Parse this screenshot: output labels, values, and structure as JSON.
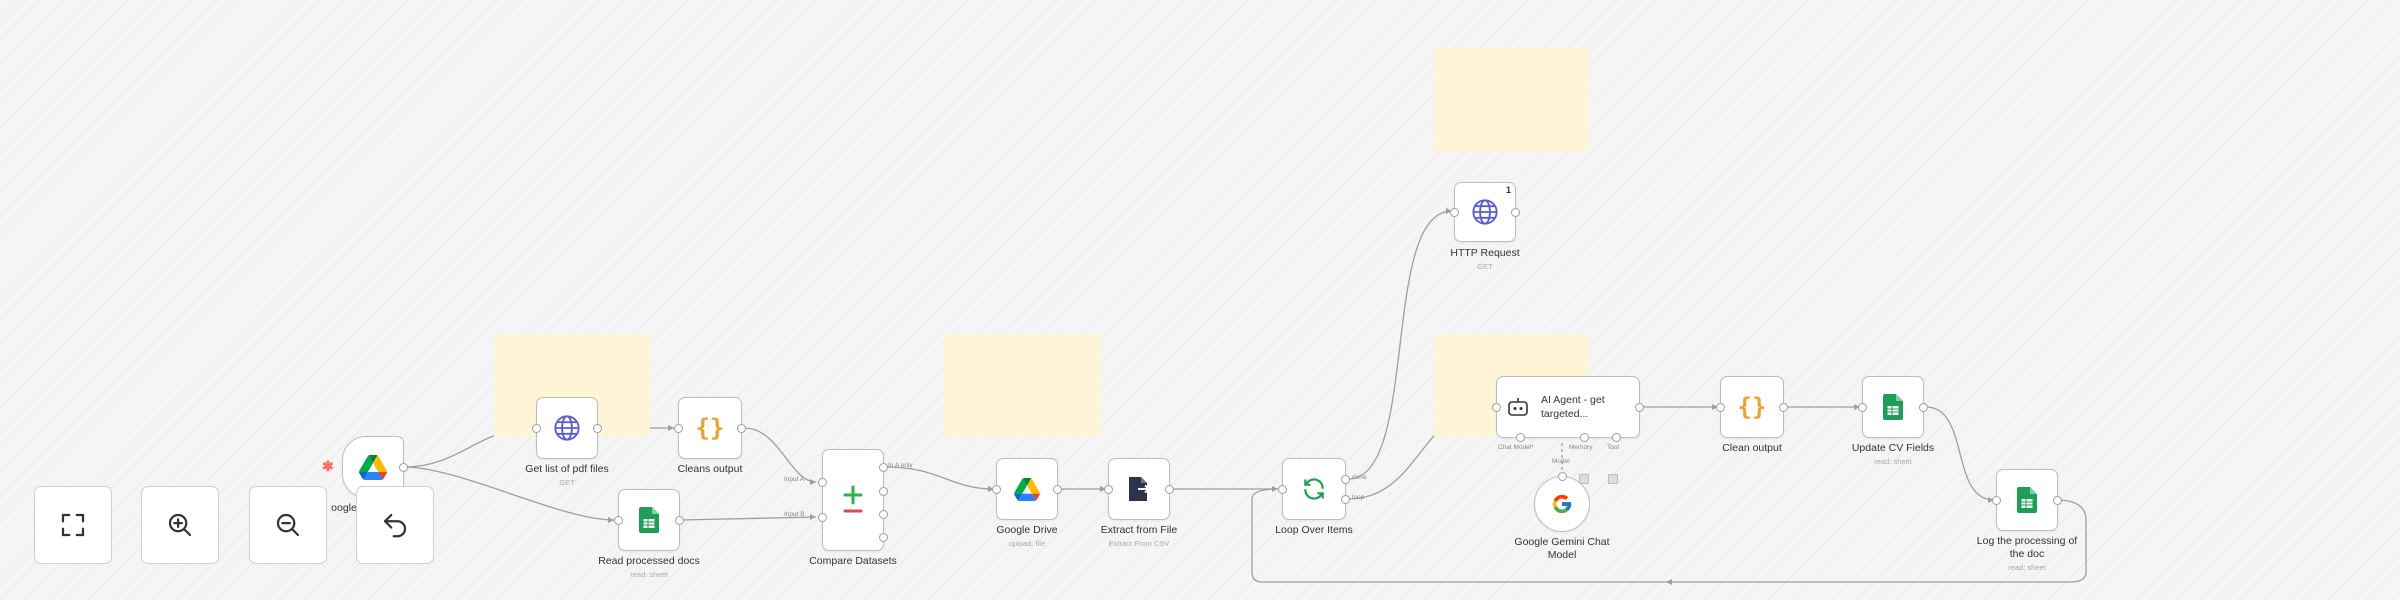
{
  "nodes": {
    "get_pdf": {
      "label": "Get list of pdf files",
      "sub": "GET"
    },
    "cleans_output": {
      "label": "Cleans output"
    },
    "read_processed": {
      "label": "Read processed docs",
      "sub": "read: sheet"
    },
    "compare": {
      "label": "Compare Datasets",
      "in_a": "Input A",
      "in_b": "Input B",
      "out_a": "In A only"
    },
    "gdrive": {
      "label": "Google Drive",
      "sub": "upload: file"
    },
    "extract": {
      "label": "Extract from File",
      "sub": "Extract From CSV"
    },
    "loop": {
      "label": "Loop Over Items",
      "out_done": "done",
      "out_loop": "loop"
    },
    "http": {
      "label": "HTTP Request",
      "sub": "GET",
      "badge": "1"
    },
    "agent": {
      "label_line1": "AI Agent - get",
      "label_line2": "targeted...",
      "port_chat": "Chat Model*",
      "port_memory": "Memory",
      "port_tool": "Tool"
    },
    "gemini": {
      "label_line1": "Google Gemini Chat",
      "label_line2": "Model",
      "port": "Model"
    },
    "clean_output": {
      "label": "Clean output"
    },
    "update_cv": {
      "label": "Update CV Fields",
      "sub": "read: sheet"
    },
    "log": {
      "label_line1": "Log the processing of",
      "label_line2": "the doc",
      "sub": "read: sheet"
    },
    "trigger": {
      "label": "oogle"
    }
  },
  "toolbar": {
    "fit_view": "fit-view",
    "zoom_in": "zoom-in",
    "zoom_out": "zoom-out",
    "undo": "undo"
  },
  "colors": {
    "sticky": "#fff4d6",
    "globe": "#5b5bd6",
    "braces": "#f0a030",
    "sheets": "#1e9e57",
    "edge": "#9e9e9e",
    "compare_plus": "#2fb24a",
    "compare_minus": "#e04848",
    "extract_icon": "#2d3348"
  }
}
